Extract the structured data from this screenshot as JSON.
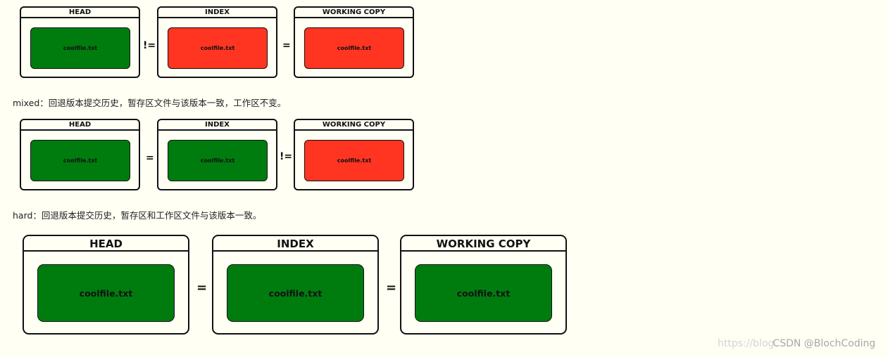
{
  "diagrams": [
    {
      "head": {
        "title": "HEAD",
        "file": "coolfile.txt",
        "state": "green"
      },
      "op1": "!=",
      "index": {
        "title": "INDEX",
        "file": "coolfile.txt",
        "state": "red"
      },
      "op2": "=",
      "working": {
        "title": "WORKING COPY",
        "file": "coolfile.txt",
        "state": "red"
      }
    },
    {
      "head": {
        "title": "HEAD",
        "file": "coolfile.txt",
        "state": "green"
      },
      "op1": "=",
      "index": {
        "title": "INDEX",
        "file": "coolfile.txt",
        "state": "green"
      },
      "op2": "!=",
      "working": {
        "title": "WORKING COPY",
        "file": "coolfile.txt",
        "state": "red"
      }
    },
    {
      "head": {
        "title": "HEAD",
        "file": "coolfile.txt",
        "state": "green"
      },
      "op1": "=",
      "index": {
        "title": "INDEX",
        "file": "coolfile.txt",
        "state": "green"
      },
      "op2": "=",
      "working": {
        "title": "WORKING COPY",
        "file": "coolfile.txt",
        "state": "green"
      }
    }
  ],
  "captions": {
    "mixed": "mixed：回退版本提交历史，暂存区文件与该版本一致，工作区不变。",
    "hard": "hard：回退版本提交历史，暂存区和工作区文件与该版本一致。"
  },
  "watermark": {
    "url": "https://blog",
    "csdn": "CSDN @BlochCoding"
  },
  "colors": {
    "green": "#007c0f",
    "red": "#ff3521",
    "background": "#fffff4",
    "border": "#111111"
  }
}
